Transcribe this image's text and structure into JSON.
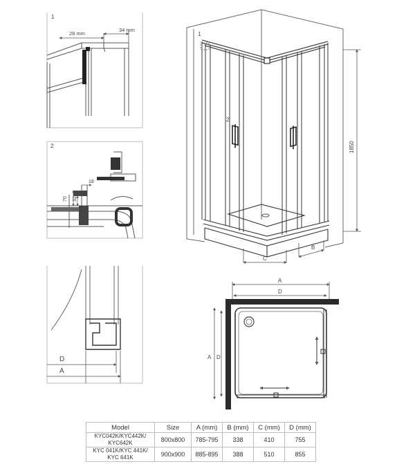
{
  "detail1": {
    "number": "1",
    "dim_28": "28 mm",
    "dim_34": "34 mm"
  },
  "detail2": {
    "number": "2",
    "dim_18": "18",
    "dim_70": "70",
    "dim_32": "32"
  },
  "detail3": {
    "label_d": "D",
    "label_a": "A"
  },
  "iso": {
    "marker_1": "1",
    "marker_2": "2",
    "height": "1850",
    "label_b": "B",
    "label_c": "C"
  },
  "plan": {
    "label_a_top": "A",
    "label_d_top": "D",
    "label_a_side": "A",
    "label_d_side": "D"
  },
  "table": {
    "headers": [
      "Model",
      "Size",
      "A (mm)",
      "B (mm)",
      "C (mm)",
      "D (mm)"
    ],
    "rows": [
      {
        "model_line1": "KYC042K/KYC442K/",
        "model_line2": "KYC642K",
        "size": "800x800",
        "a": "785-795",
        "b": "338",
        "c": "410",
        "d": "755"
      },
      {
        "model_line1": "KYC 041K/KYC 441K/",
        "model_line2": "KYC 641K",
        "size": "900x900",
        "a": "885-895",
        "b": "388",
        "c": "510",
        "d": "855"
      }
    ]
  }
}
